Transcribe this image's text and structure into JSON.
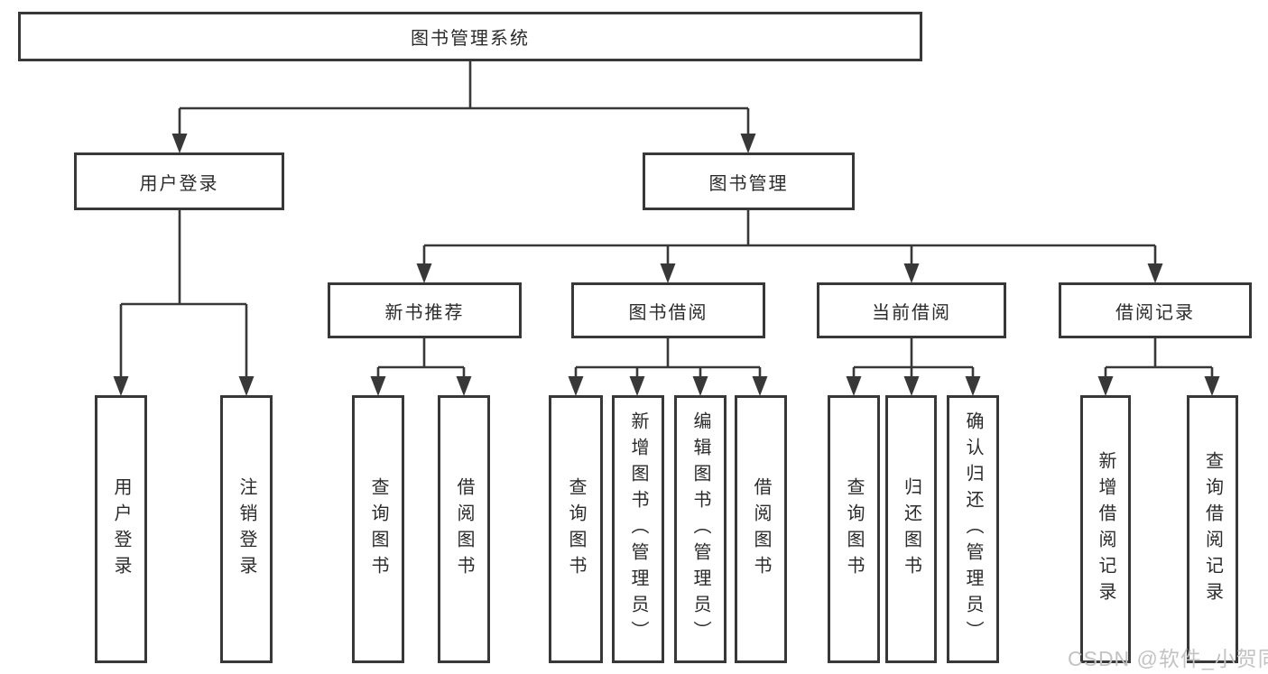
{
  "diagram": {
    "title": "图书管理系统",
    "root": {
      "label": "图书管理系统"
    },
    "level2": [
      {
        "label": "用户登录"
      },
      {
        "label": "图书管理"
      }
    ],
    "level3": [
      {
        "label": "新书推荐"
      },
      {
        "label": "图书借阅"
      },
      {
        "label": "当前借阅"
      },
      {
        "label": "借阅记录"
      }
    ],
    "leaves": {
      "user_login": [
        "用户登录",
        "注销登录"
      ],
      "new_book_recommendation": [
        "查询图书",
        "借阅图书"
      ],
      "book_borrowing": [
        "查询图书",
        "新增图书（管理员）",
        "编辑图书（管理员）",
        "借阅图书"
      ],
      "current_borrowing": [
        "查询图书",
        "归还图书",
        "确认归还（管理员）"
      ],
      "borrowing_records": [
        "新增借阅记录",
        "查询借阅记录"
      ]
    }
  },
  "watermark": "CSDN @软件_小贺同学",
  "colors": {
    "line": "#383838",
    "box_border": "#383838",
    "text": "#2b2b2b",
    "watermark": "#c3c3c3",
    "background": "#ffffff"
  }
}
